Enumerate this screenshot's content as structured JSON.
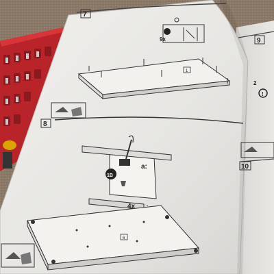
{
  "manual": {
    "left_page": {
      "step_7": {
        "number": "7",
        "hardware_count": "9x",
        "part_label": "1"
      },
      "step_8": {
        "number": "8",
        "part_ref": "1B",
        "callout": "a:",
        "quantity": "4x",
        "part_label": "6"
      }
    },
    "right_page": {
      "step_9": {
        "number": "9",
        "note": "2"
      },
      "step_10": {
        "number": "10"
      }
    }
  },
  "colors": {
    "carpet": "#8f7d6c",
    "bit_case": "#c0272d",
    "paper": "#ecebe8",
    "ink": "#222222"
  }
}
